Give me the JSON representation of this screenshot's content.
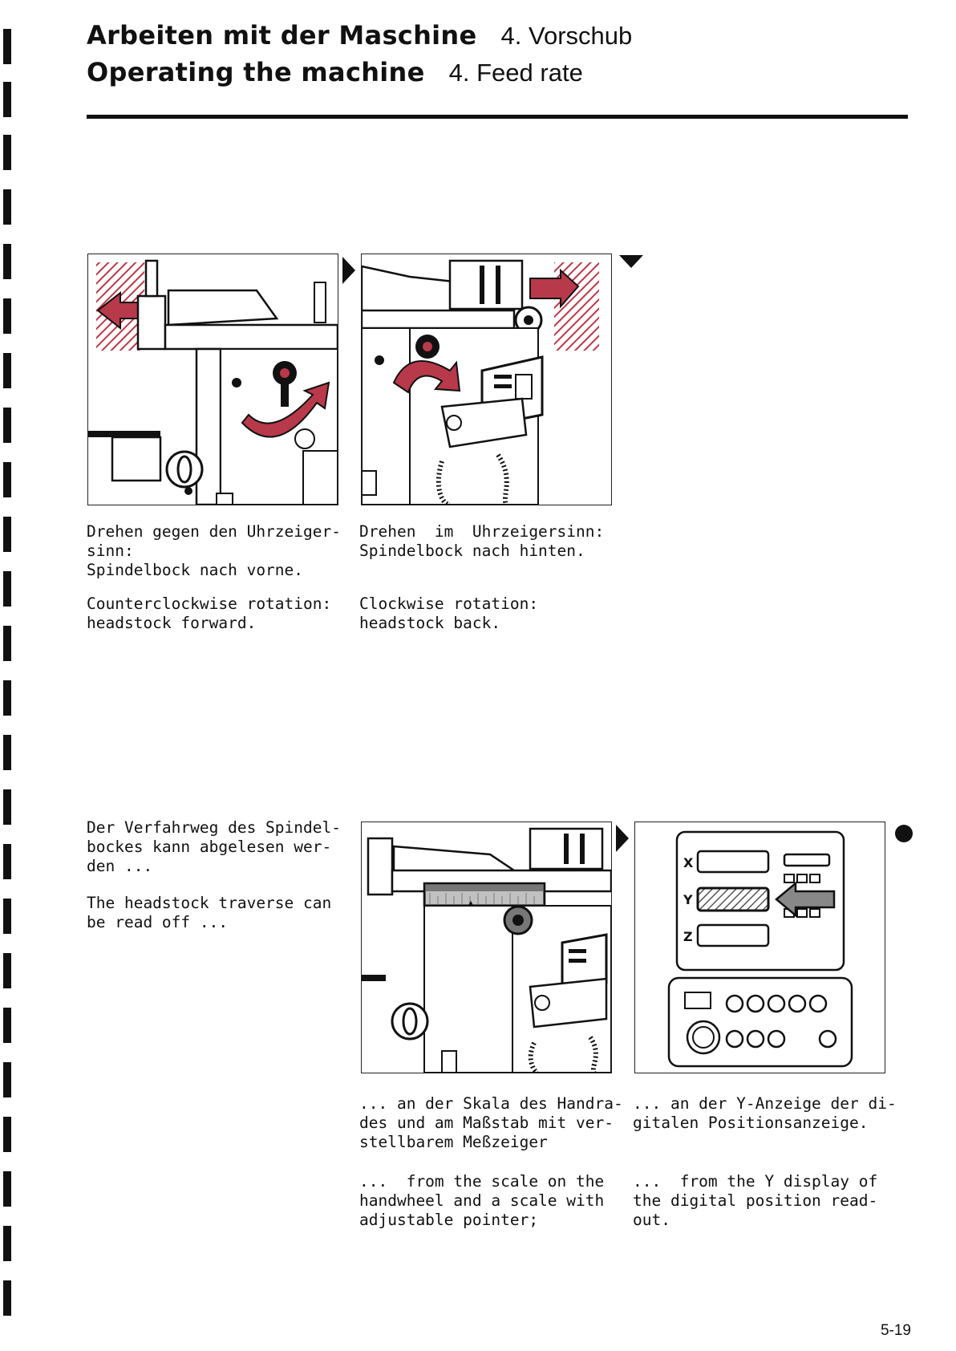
{
  "header": {
    "de_title": "Arbeiten mit der Maschine",
    "de_section": "4. Vorschub",
    "en_title": "Operating the machine",
    "en_section": "4. Feed rate"
  },
  "captions": {
    "fig1_de": "Drehen gegen den Uhrzeiger-\nsinn:\nSpindelbock nach vorne.",
    "fig1_en": "Counterclockwise rotation:\nheadstock forward.",
    "fig2_de": "Drehen  im  Uhrzeigersinn:\nSpindelbock nach hinten.",
    "fig2_en": "Clockwise rotation:\nheadstock back.",
    "intro_de": "Der Verfahrweg des Spindel-\nbockes kann abgelesen wer-\nden ...",
    "intro_en": "The headstock traverse can\nbe read off ...",
    "fig3_de": "... an der Skala des Handra-\ndes und am Maßstab mit ver-\nstellbarem Meßzeiger",
    "fig3_en": "...  from the scale on the\nhandwheel and a scale with\nadjustable pointer;",
    "fig4_de": "... an der Y-Anzeige der di-\ngitalen Positionsanzeige.",
    "fig4_en": "...  from the Y display of\nthe digital position read-\nout."
  },
  "readout": {
    "axis_x": "X",
    "axis_y": "Y",
    "axis_z": "Z"
  },
  "footer": {
    "page_number": "5-19"
  },
  "colors": {
    "accent_red": "#b8394a",
    "ink": "#111111"
  }
}
